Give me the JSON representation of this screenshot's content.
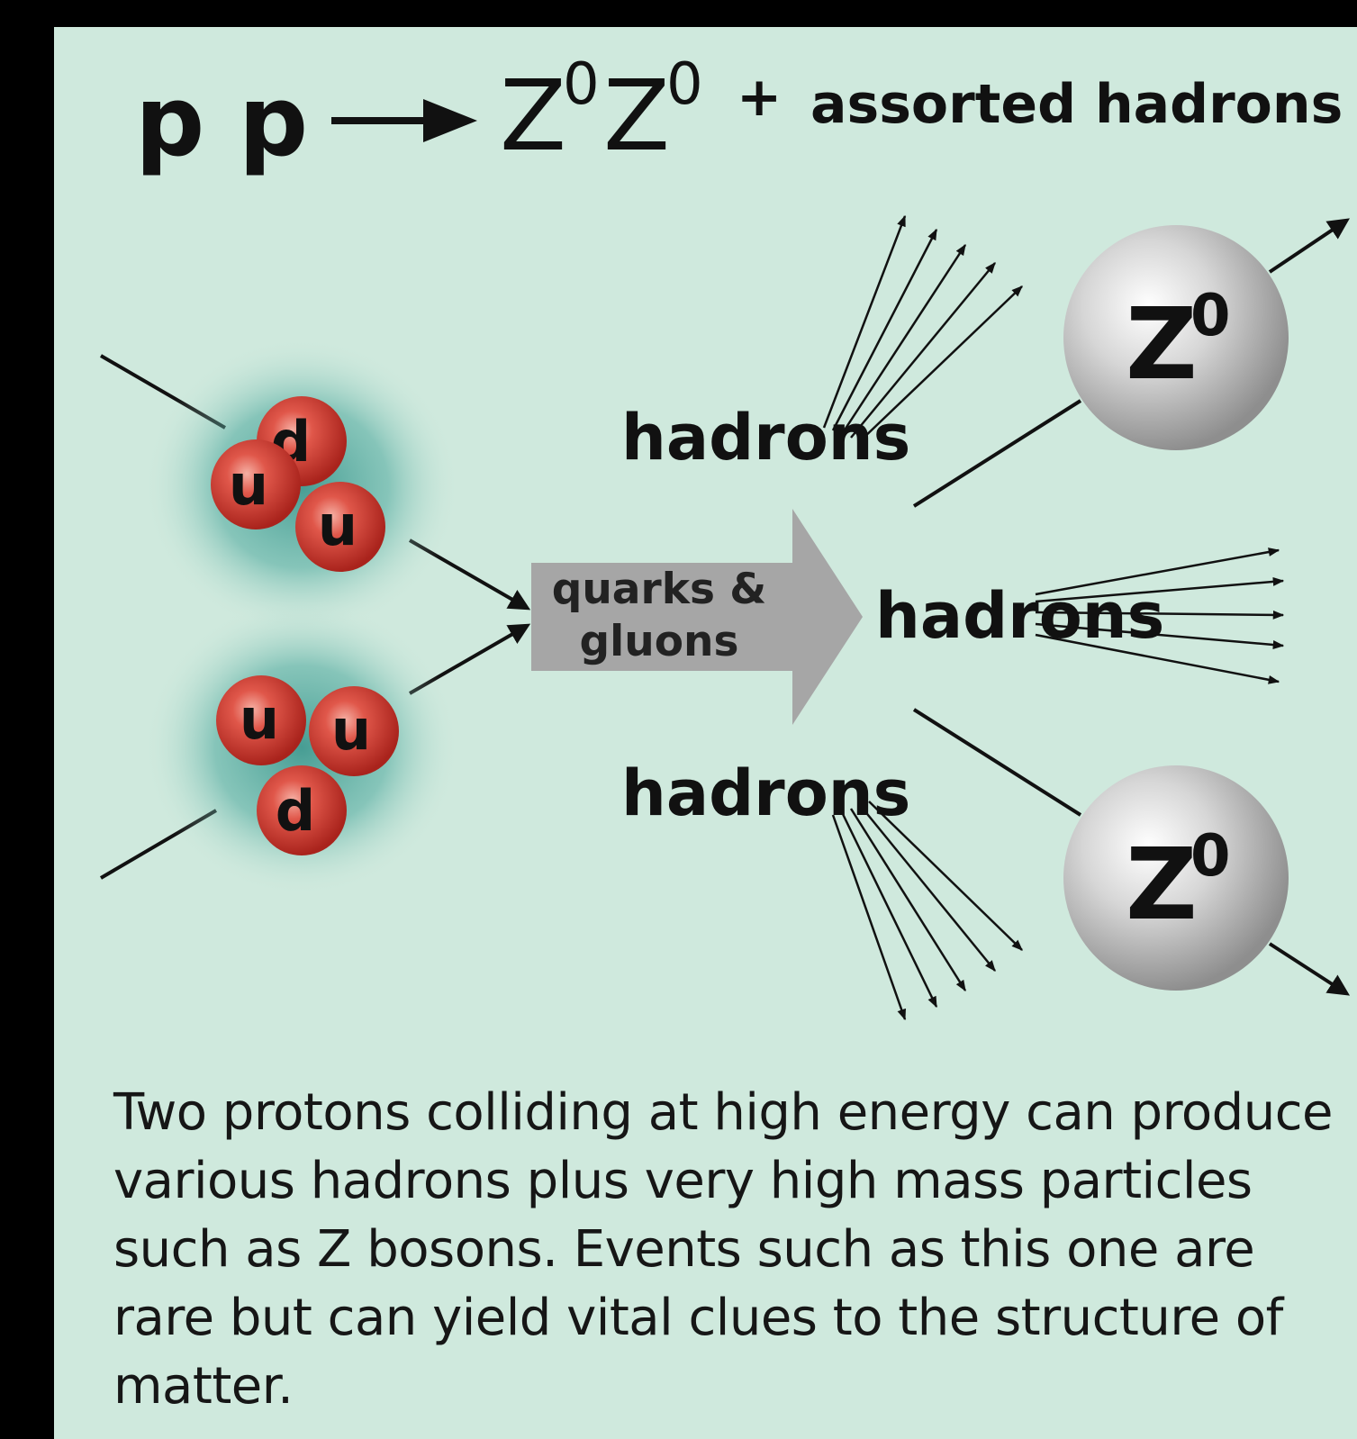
{
  "diagram": {
    "equation": {
      "lhs": "p p",
      "z_symbol": "Z",
      "superscript": "0",
      "plus": "+",
      "rhs_text": "assorted hadrons"
    },
    "proton_top_quarks": [
      "d",
      "u",
      "u"
    ],
    "proton_bottom_quarks": [
      "u",
      "u",
      "d"
    ],
    "arrow_label_line1": "quarks &",
    "arrow_label_line2": "gluons",
    "hadrons_label": "hadrons",
    "z_boson_symbol": "Z",
    "z_boson_superscript": "0"
  },
  "caption": {
    "text": "Two protons colliding at high energy can produce various hadrons plus very high mass particles such as Z bosons. Events such as this one are rare but can yield vital clues to the structure of matter."
  },
  "colors": {
    "background": "#cfe9dd",
    "frame": "#000000",
    "quark": "#d9453a",
    "glow": "#3f9e93",
    "big_arrow": "#a6a6a6",
    "boson": "#c8c8c8"
  }
}
